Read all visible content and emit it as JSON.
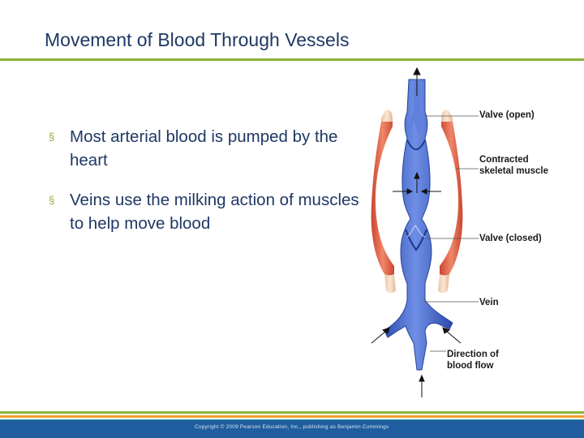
{
  "slide": {
    "title": "Movement of Blood Through Vessels",
    "bullet_marker": "§",
    "bullets": [
      "Most arterial blood is pumped by the heart",
      "Veins use the milking action of muscles to help move blood"
    ]
  },
  "diagram": {
    "labels": {
      "valve_open": "Valve (open)",
      "contracted_muscle": "Contracted skeletal muscle",
      "valve_closed": "Valve (closed)",
      "vein": "Vein",
      "direction": "Direction of blood flow"
    }
  },
  "footer": {
    "copyright": "Copyright © 2009 Pearson Education, Inc., publishing as Benjamin Cummings"
  },
  "colors": {
    "title": "#1f3864",
    "accent_green": "#8db33b",
    "footer_blue": "#1f5d9e",
    "stripe_orange": "#f39c2c",
    "stripe_teal": "#2a9c9a",
    "stripe_lightblue": "#7fb7dd",
    "muscle": "#d9573e",
    "vein_blue": "#3b62c7"
  }
}
